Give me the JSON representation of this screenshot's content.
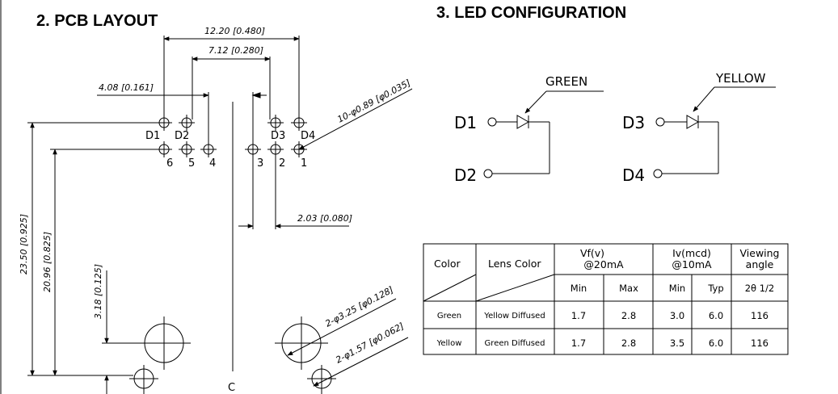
{
  "pcb": {
    "title": "2. PCB LAYOUT",
    "dim_width": "12.20 [0.480]",
    "dim_mid": "7.12 [0.280]",
    "dim_left": "4.08 [0.161]",
    "dim_holes": "10-φ0.89 [φ0.035]",
    "dim_pitch": "2.03 [0.080]",
    "dim_h1": "23.50 [0.925]",
    "dim_h2": "20.96 [0.825]",
    "dim_h3": "3.18 [0.125]",
    "dim_mount1": "2-φ3.25 [φ0.128]",
    "dim_mount2": "2-φ1.57 [φ0.062]",
    "pad_labels": {
      "d1": "D1",
      "d2": "D2",
      "d3": "D3",
      "d4": "D4",
      "p1": "1",
      "p2": "2",
      "p3": "3",
      "p4": "4",
      "p5": "5",
      "p6": "6"
    },
    "centerline": "C"
  },
  "led": {
    "title": "3. LED CONFIGURATION",
    "green": "GREEN",
    "yellow": "YELLOW",
    "d1": "D1",
    "d2": "D2",
    "d3": "D3",
    "d4": "D4"
  },
  "table": {
    "headers": {
      "color": "Color",
      "lens": "Lens Color",
      "vf": "Vf(v)",
      "vf_cond": "@20mA",
      "iv": "Iv(mcd)",
      "iv_cond": "@10mA",
      "view": "Viewing",
      "view2": "angle"
    },
    "sub": {
      "min1": "Min",
      "max": "Max",
      "min2": "Min",
      "typ": "Typ",
      "angle": "2θ 1/2"
    },
    "rows": [
      {
        "color": "Green",
        "lens": "Yellow Diffused",
        "vf_min": "1.7",
        "vf_max": "2.8",
        "iv_min": "3.0",
        "iv_typ": "6.0",
        "angle": "116"
      },
      {
        "color": "Yellow",
        "lens": "Green Diffused",
        "vf_min": "1.7",
        "vf_max": "2.8",
        "iv_min": "3.5",
        "iv_typ": "6.0",
        "angle": "116"
      }
    ]
  }
}
